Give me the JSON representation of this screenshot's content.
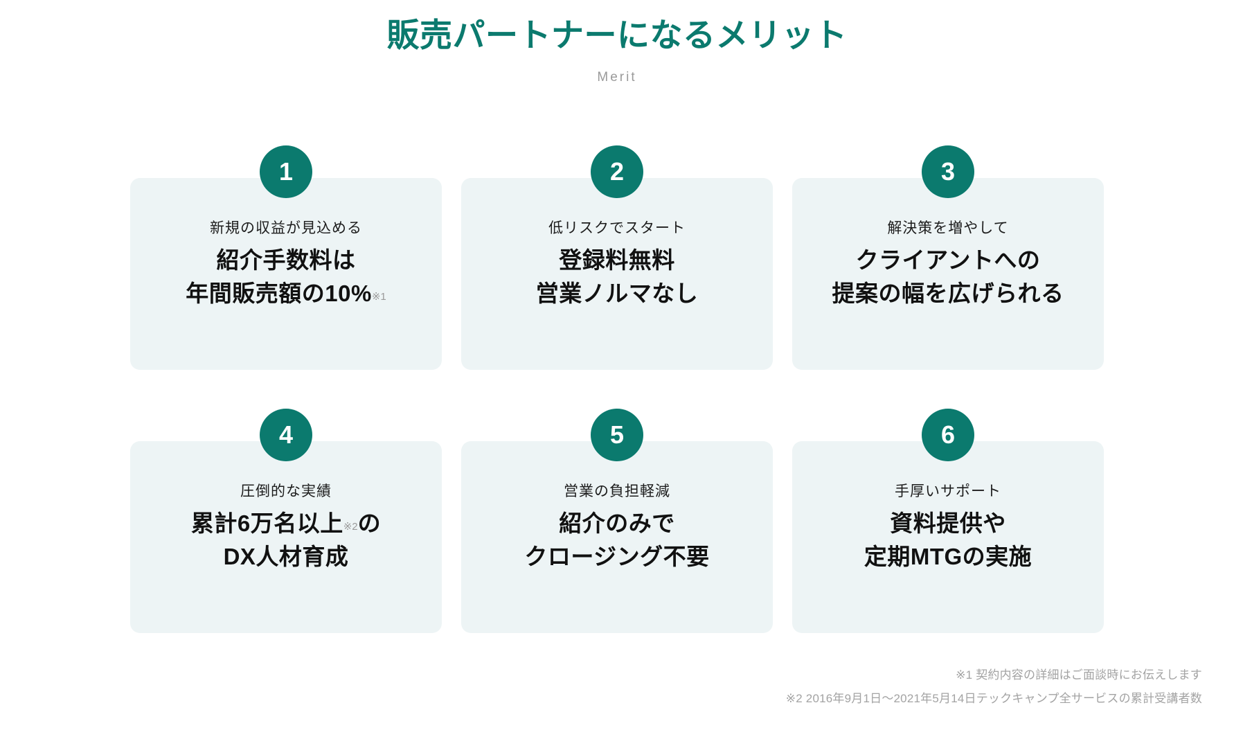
{
  "header": {
    "title": "販売パートナーになるメリット",
    "subtitle": "Merit",
    "title_color": "#0B7A6E"
  },
  "theme": {
    "accent": "#0B7A6E",
    "card_bg": "#EDF4F5",
    "page_bg": "#FFFFFF",
    "muted_text": "#A3A3A3"
  },
  "cards": [
    {
      "number": "1",
      "label": "新規の収益が見込める",
      "line1": "紹介手数料は",
      "line2": "年間販売額の10%",
      "sup": "※1"
    },
    {
      "number": "2",
      "label": "低リスクでスタート",
      "line1": "登録料無料",
      "line2": "営業ノルマなし",
      "sup": ""
    },
    {
      "number": "3",
      "label": "解決策を増やして",
      "line1": "クライアントへの",
      "line2": "提案の幅を広げられる",
      "sup": ""
    },
    {
      "number": "4",
      "label": "圧倒的な実績",
      "line1": "累計6万名以上",
      "sup": "※2",
      "line1_tail": "の",
      "line2": "DX人材育成"
    },
    {
      "number": "5",
      "label": "営業の負担軽減",
      "line1": "紹介のみで",
      "line2": "クロージング不要",
      "sup": ""
    },
    {
      "number": "6",
      "label": "手厚いサポート",
      "line1": "資料提供や",
      "line2": "定期MTGの実施",
      "sup": ""
    }
  ],
  "footnotes": [
    "※1 契約内容の詳細はご面談時にお伝えします",
    "※2 2016年9月1日〜2021年5月14日テックキャンプ全サービスの累計受講者数"
  ]
}
